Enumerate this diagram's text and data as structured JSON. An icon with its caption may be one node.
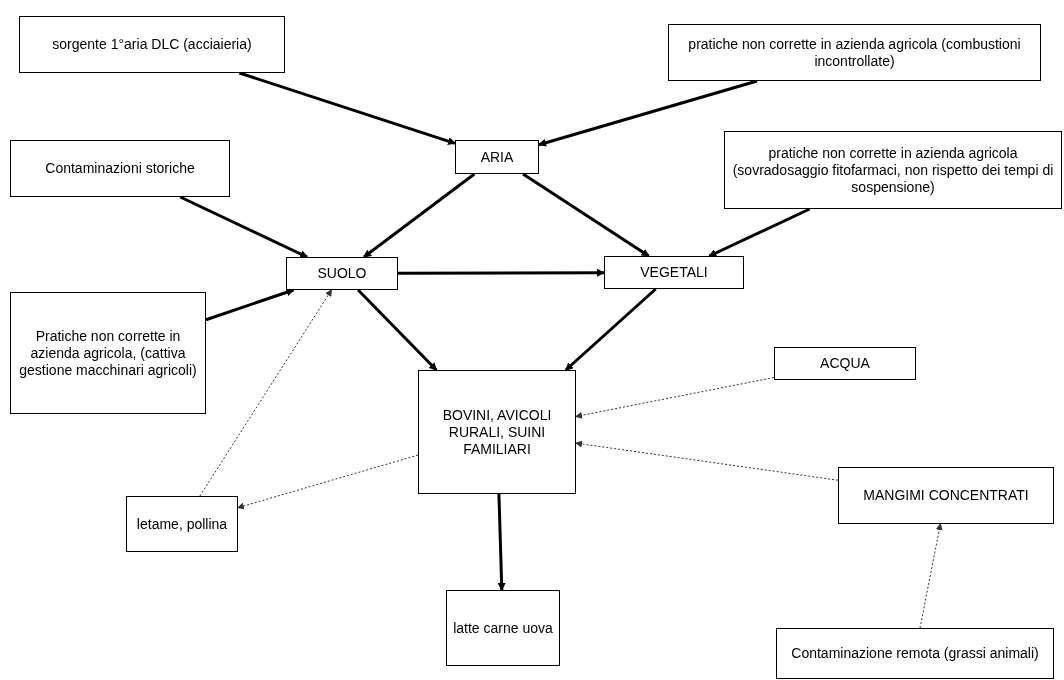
{
  "diagram": {
    "nodes": [
      {
        "text": [
          "sorgente 1°aria DLC (acciaieria)"
        ]
      },
      {
        "text": [
          "pratiche non corrette in azienda agricola (combustioni incontrollate)"
        ]
      },
      {
        "text": [
          "ARIA"
        ]
      },
      {
        "text": [
          "Contaminazioni storiche"
        ]
      },
      {
        "text": [
          "pratiche non corrette in azienda agricola (sovradosaggio fitofarmaci, non rispetto dei tempi di sospensione)"
        ]
      },
      {
        "text": [
          "SUOLO"
        ]
      },
      {
        "text": [
          "VEGETALI"
        ]
      },
      {
        "text": [
          "Pratiche non corrette in azienda agricola, (cattiva gestione macchinari agricoli)"
        ]
      },
      {
        "text": [
          "BOVINI, AVICOLI RURALI, SUINI FAMILIARI"
        ]
      },
      {
        "text": [
          "ACQUA"
        ]
      },
      {
        "text": [
          "letame, pollina"
        ]
      },
      {
        "text": [
          "MANGIMI CONCENTRATI"
        ]
      },
      {
        "text": [
          "latte carne uova"
        ]
      },
      {
        "text": [
          "Contaminazione remota (grassi animali)"
        ]
      }
    ],
    "edges": [
      {
        "from": 0,
        "to": 2,
        "arrow": "to"
      },
      {
        "from": 1,
        "to": 2,
        "arrow": "to"
      },
      {
        "from": 3,
        "to": 5,
        "arrow": "to"
      },
      {
        "from": 2,
        "to": 5,
        "arrow": "to"
      },
      {
        "from": 2,
        "to": 6,
        "arrow": "to"
      },
      {
        "from": 5,
        "to": 6,
        "arrow": "to"
      },
      {
        "from": 4,
        "to": 6,
        "arrow": "to"
      },
      {
        "from": 7,
        "to": 5,
        "arrow": "to"
      },
      {
        "from": 10,
        "to": 5,
        "arrow": "to",
        "style": "dashed"
      },
      {
        "from": 5,
        "to": 8,
        "arrow": "to"
      },
      {
        "from": 6,
        "to": 8,
        "arrow": "to"
      },
      {
        "from": 9,
        "to": 8,
        "arrow": "to",
        "style": "dashed"
      },
      {
        "from": 8,
        "to": 10,
        "arrow": "to",
        "style": "dashed"
      },
      {
        "from": 11,
        "to": 8,
        "arrow": "to",
        "style": "dashed"
      },
      {
        "from": 8,
        "to": 12,
        "arrow": "to"
      },
      {
        "from": 13,
        "to": 11,
        "arrow": "to",
        "style": "dashed"
      }
    ]
  }
}
